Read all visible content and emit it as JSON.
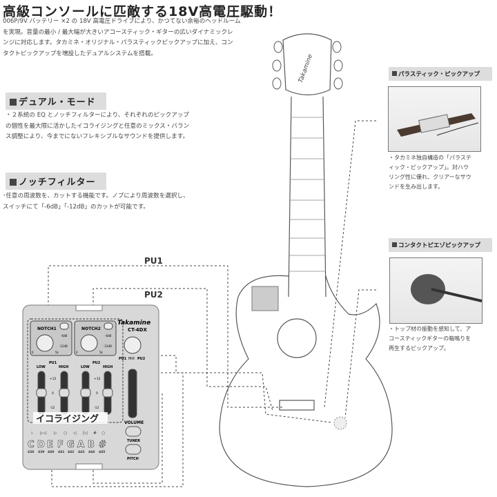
{
  "title": "高級コンソールに匹敵する18V高電圧駆動！",
  "intro": [
    "006P/9V バッテリー ×2 の 18V 高電圧ドライブにより、かつてない余裕のヘッドルーム",
    "を実現。音量の最小 / 最大幅が大きいアコースティック・ギターの広いダイナミックレ",
    "ンジに対応します。タカミネ・オリジナル・パラスティックピックアップに加え、コン",
    "タクトピックアップを増設したデュアルシステムを搭載。"
  ],
  "sections": {
    "dual": {
      "heading": "デュアル・モード",
      "lines": [
        "・２系統の EQ とノッチフィルターにより、それぞれのピックアップ",
        "の個性を最大限に活かしたイコライジングと任意のミックス・バラン",
        "ス調整により、今までにないフレキシブルなサウンドを提供します。"
      ]
    },
    "notch": {
      "heading": "ノッチフィルター",
      "lines": [
        "･任意の周波数を、カットする機能です。ノブにより周波数を選択し、",
        "スイッチにて「-6dB」「-12dB」のカットが可能です。"
      ]
    },
    "palathetic": {
      "heading": "パラスティック・ピックアップ",
      "lines": [
        "・タカミネ独自構造の「パラステ",
        "ィック・ピックアップ」。対ハウ",
        "リング性に優れ、クリアーなサウ",
        "ンドを生み出します。"
      ]
    },
    "contact": {
      "heading": "コンタクトピエゾピックアップ",
      "lines": [
        "・トップ材の振動を感知して、ア",
        "コースティックギターの箱鳴りを",
        "再生するピックアップ。"
      ]
    }
  },
  "diagram": {
    "pu1": "PU1",
    "pu2": "PU2",
    "headstock_logo": "Takamine"
  },
  "preamp": {
    "brand": "Takamine",
    "model": "CT-4DX",
    "notch1": "NOTCH1",
    "notch2": "NOTCH2",
    "db6": "-6dB",
    "db12": "-12dB",
    "knob_min": "0",
    "knob_max": "5k",
    "pu1_tag": "PU1",
    "pu2_tag": "PU2",
    "low": "LOW",
    "high": "HIGH",
    "plus12": "+12",
    "zero": "0",
    "minus12": "-12",
    "mix": "MIX",
    "mix_pu1": "PU1",
    "mix_pu2": "PU2",
    "volume": "VOLUME",
    "tuner": "TUNER",
    "pitch": "PITCH",
    "eq_label": "イコライジング",
    "notes": [
      "C",
      "D",
      "E",
      "F",
      "G",
      "A",
      "B",
      "#"
    ],
    "freqs": [
      "438",
      "439",
      "440",
      "441",
      "442",
      "443",
      "444",
      "445"
    ],
    "tuner_symbols": [
      "♭",
      "▷◁",
      "▷",
      "○",
      "◁",
      "|◁",
      "#",
      "○"
    ]
  }
}
